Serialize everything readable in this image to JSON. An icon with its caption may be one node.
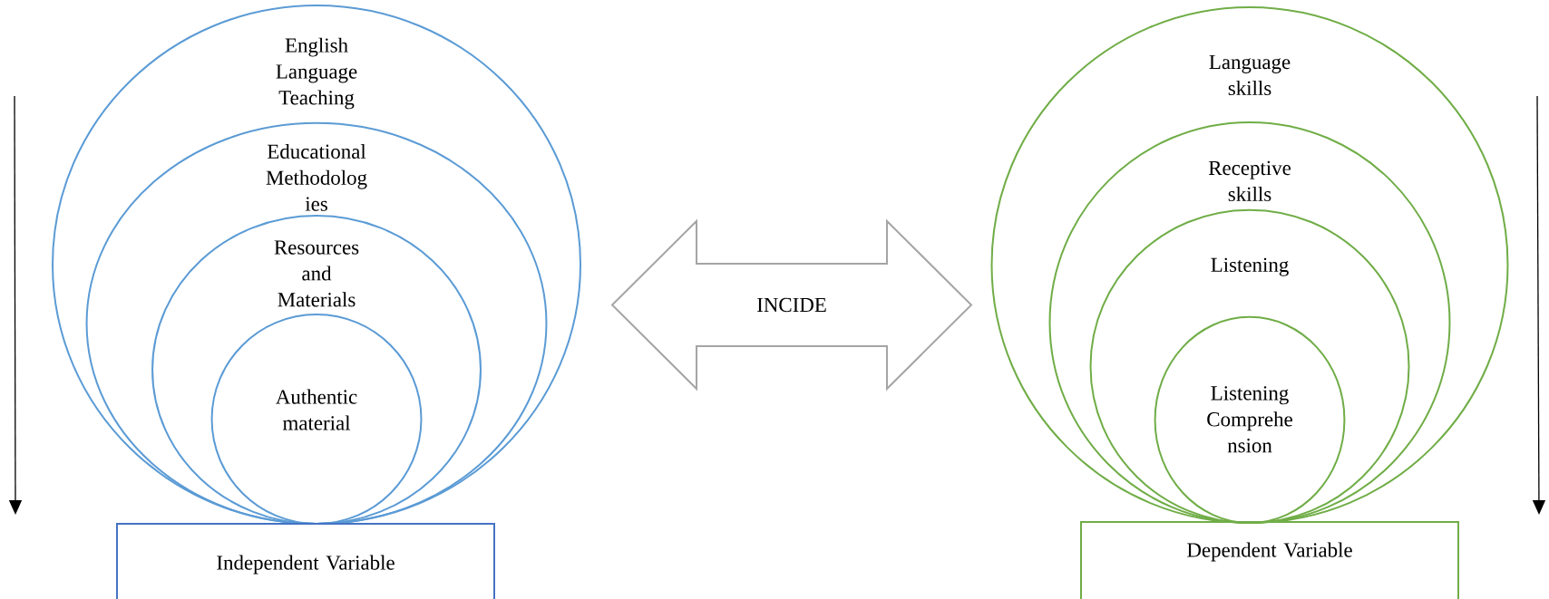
{
  "diagram": {
    "nodes": [
      {
        "text": [
          "English Language Teaching"
        ]
      },
      {
        "text": [
          "Educational Methodolog ies"
        ],
        "in": 0
      },
      {
        "text": [
          "Resources and Materials"
        ],
        "in": 1
      },
      {
        "text": [
          "Authentic material"
        ],
        "in": 2
      },
      {
        "text": [
          "Independent Variable"
        ]
      },
      {
        "text": [
          "Language skills"
        ]
      },
      {
        "text": [
          "Receptive skills"
        ],
        "in": 5
      },
      {
        "text": [
          "Listening"
        ],
        "in": 6
      },
      {
        "text": [
          "Listening Comprehe nsion"
        ],
        "in": 7
      },
      {
        "text": [
          "Dependent Variable"
        ]
      },
      {
        "text": [
          "INCIDE"
        ]
      }
    ]
  }
}
